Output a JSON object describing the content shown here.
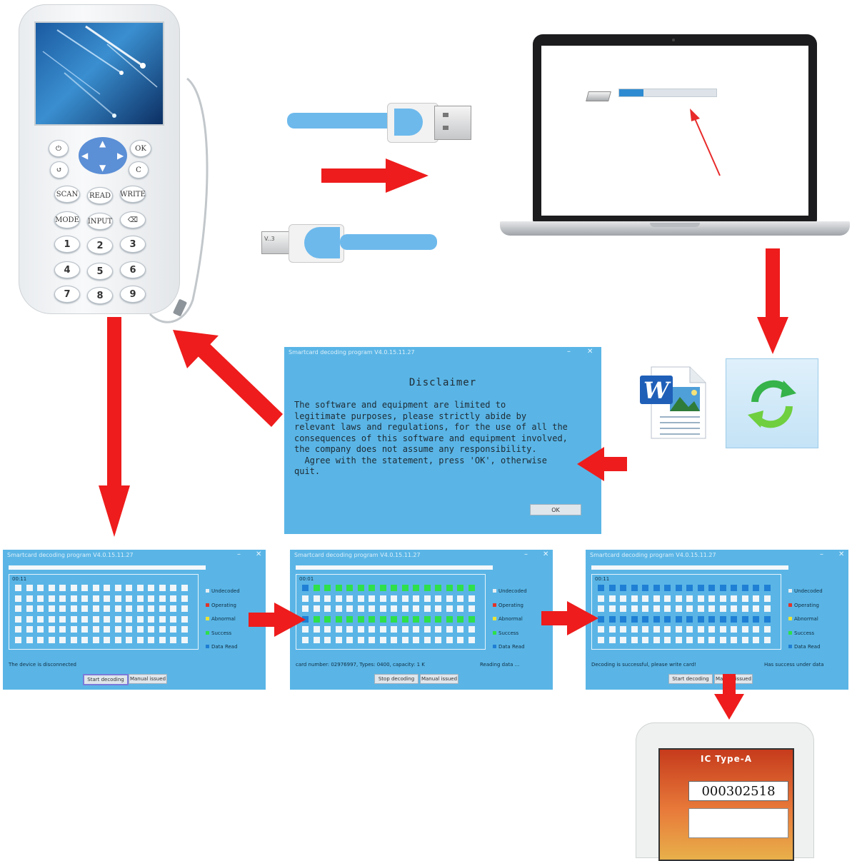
{
  "device": {
    "keys": {
      "power": "⏻",
      "ok": "OK",
      "back": "↺",
      "clear": "C",
      "scan": "SCAN",
      "read": "READ",
      "write": "WRITE",
      "mode": "MODE",
      "input": "INPUT",
      "delete": "⌫",
      "digits": [
        "1",
        "2",
        "3",
        "4",
        "5",
        "6",
        "7",
        "8",
        "9"
      ]
    }
  },
  "laptop": {
    "copy_progress": 0.25
  },
  "cable": {
    "micro_usb_label": "V..3"
  },
  "disclaimer_dialog": {
    "title": "Smartcard decoding program V4.0.15.11.27",
    "heading": "Disclaimer",
    "body": "The software and equipment are limited to\nlegitimate purposes, please strictly abide by\nrelevant laws and regulations, for the use of all the\nconsequences of this software and equipment involved,\nthe company does not assume any responsibility.\n  Agree with the statement, press 'OK', otherwise\nquit.",
    "ok_label": "OK"
  },
  "panels": [
    {
      "title": "Smartcard decoding program V4.0.15.11.27",
      "time": "00:11",
      "status_left": "The device is disconnected",
      "status_right": "",
      "buttons": [
        "Start decoding",
        "Manual issued"
      ],
      "state": "idle"
    },
    {
      "title": "Smartcard decoding program V4.0.15.11.27",
      "time": "00:01",
      "status_left": "card number: 02976997,  Types: 0400,  capacity: 1 K",
      "status_right": "Reading data ...",
      "buttons": [
        "Stop decoding",
        "Manual issued"
      ],
      "state": "operating"
    },
    {
      "title": "Smartcard decoding program V4.0.15.11.27",
      "time": "00:11",
      "status_left": "Decoding is successful, please write card!",
      "status_right": "Has success under data",
      "buttons": [
        "Start decoding",
        "Manual issued"
      ],
      "state": "read"
    }
  ],
  "legend": [
    {
      "label": "Undecoded",
      "color": "#e8eef2"
    },
    {
      "label": "Operating",
      "color": "#e0342a"
    },
    {
      "label": "Abnormal",
      "color": "#e8e43a"
    },
    {
      "label": "Success",
      "color": "#2ee04a"
    },
    {
      "label": "Data Read",
      "color": "#1f7fd4"
    }
  ],
  "colors": {
    "arrow": "#ee1c1c",
    "dialog_bg": "#5ab5e6",
    "cell_empty": "#f1f6f9",
    "cell_green": "#2ee04a",
    "cell_blue": "#1f7fd4"
  },
  "reader": {
    "title": "IC Type-A",
    "number": "000302518"
  },
  "icons": {
    "word_document": "word-document-icon",
    "refresh": "refresh-icon",
    "usb_drive": "usb-drive-icon"
  }
}
